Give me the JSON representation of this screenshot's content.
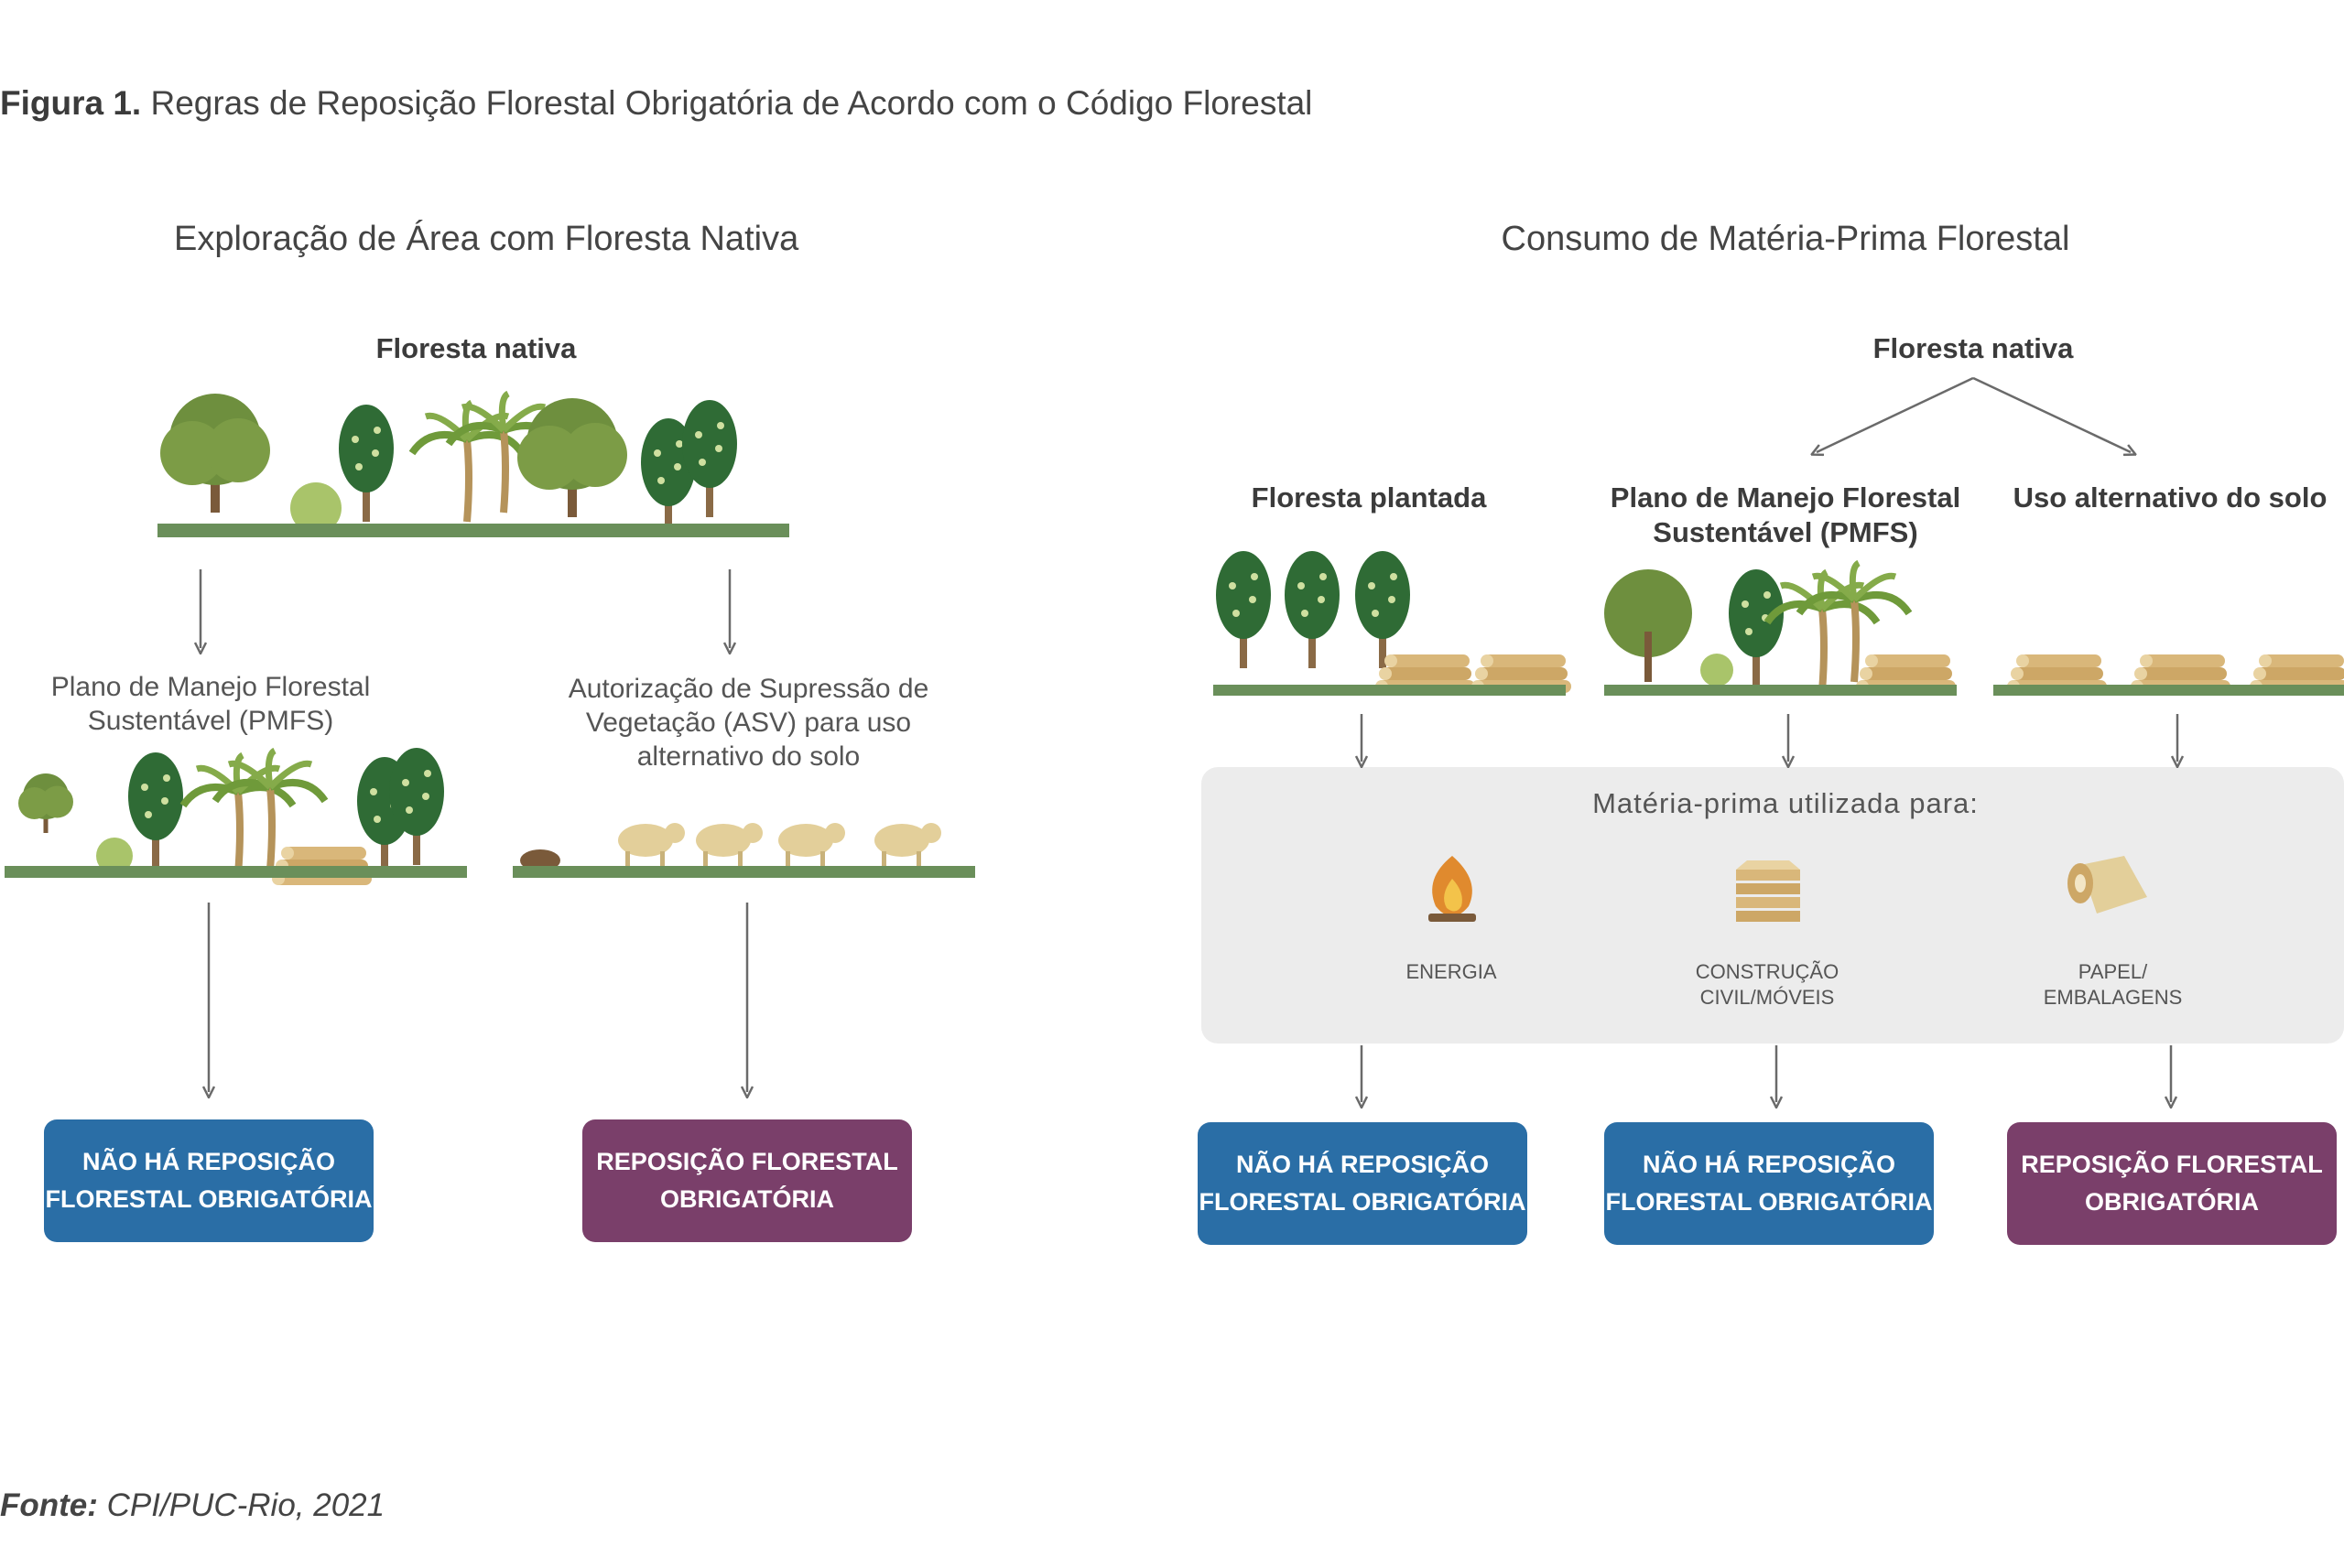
{
  "caption": {
    "label": "Figura 1.",
    "text": "Regras de Reposição Florestal Obrigatória de Acordo com o Código Florestal"
  },
  "left_panel": {
    "title": "Exploração de Área com Floresta Nativa",
    "source": "Floresta nativa",
    "branch_a": {
      "line1": "Plano de Manejo Florestal",
      "line2": "Sustentável (PMFS)"
    },
    "branch_b": {
      "line1": "Autorização de Supressão de",
      "line2": "Vegetação (ASV) para uso",
      "line3": "alternativo do solo"
    },
    "result_a": {
      "line1": "NÃO HÁ REPOSIÇÃO",
      "line2": "FLORESTAL OBRIGATÓRIA",
      "color": "#2a6ea6"
    },
    "result_b": {
      "line1": "REPOSIÇÃO FLORESTAL",
      "line2": "OBRIGATÓRIA",
      "color": "#7a3f6a"
    }
  },
  "right_panel": {
    "title": "Consumo de Matéria-Prima Florestal",
    "source": "Floresta nativa",
    "col1": {
      "label": "Floresta plantada"
    },
    "col2": {
      "line1": "Plano de Manejo Florestal",
      "line2": "Sustentável (PMFS)"
    },
    "col3": {
      "label": "Uso alternativo do solo"
    },
    "uses_title": "Matéria-prima utilizada para:",
    "uses": [
      {
        "line1": "ENERGIA",
        "line2": "",
        "icon": "fire-icon"
      },
      {
        "line1": "CONSTRUÇÃO",
        "line2": "CIVIL/MÓVEIS",
        "icon": "lumber-icon"
      },
      {
        "line1": "PAPEL/",
        "line2": "EMBALAGENS",
        "icon": "paper-roll-icon"
      }
    ],
    "result1": {
      "line1": "NÃO HÁ REPOSIÇÃO",
      "line2": "FLORESTAL OBRIGATÓRIA",
      "color": "#2a6ea6"
    },
    "result2": {
      "line1": "NÃO HÁ REPOSIÇÃO",
      "line2": "FLORESTAL OBRIGATÓRIA",
      "color": "#2a6ea6"
    },
    "result3": {
      "line1": "REPOSIÇÃO FLORESTAL",
      "line2": "OBRIGATÓRIA",
      "color": "#7a3f6a"
    }
  },
  "footer": {
    "label": "Fonte:",
    "text": "CPI/PUC-Rio, 2021"
  }
}
